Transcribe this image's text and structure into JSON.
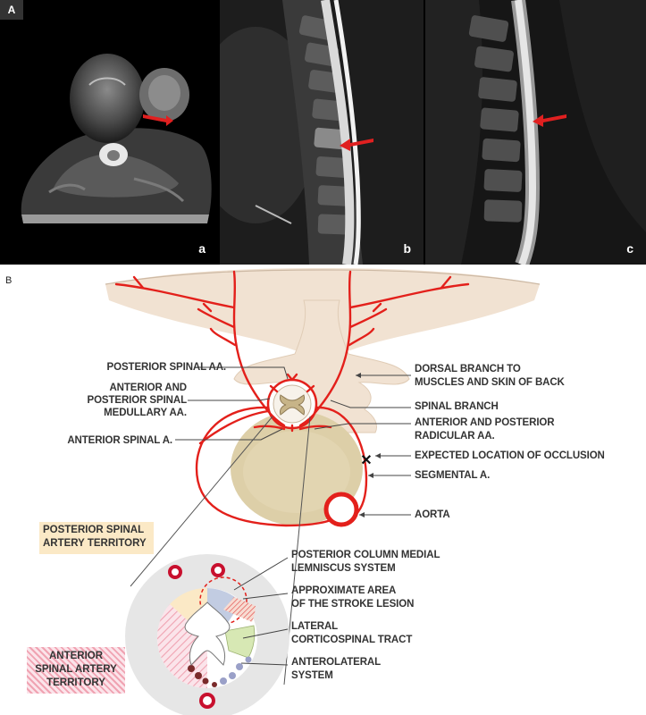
{
  "panel_a": {
    "tag": "A",
    "images": [
      {
        "label": "a",
        "view": "axial T2 MRI"
      },
      {
        "label": "b",
        "view": "sagittal T2 MRI"
      },
      {
        "label": "c",
        "view": "sagittal T2 MRI"
      }
    ],
    "arrow_color": "#e02020"
  },
  "panel_b": {
    "tag": "B",
    "labels": {
      "posterior_spinal_aa": "POSTERIOR SPINAL AA.",
      "ant_post_spinal_medullary_1": "ANTERIOR AND",
      "ant_post_spinal_medullary_2": "POSTERIOR SPINAL",
      "ant_post_spinal_medullary_3": "MEDULLARY AA.",
      "anterior_spinal_a": "ANTERIOR SPINAL A.",
      "dorsal_branch_1": "DORSAL BRANCH TO",
      "dorsal_branch_2": "MUSCLES AND SKIN OF BACK",
      "spinal_branch": "SPINAL BRANCH",
      "radicular_1": "ANTERIOR AND POSTERIOR",
      "radicular_2": "RADICULAR AA.",
      "occlusion": "EXPECTED LOCATION OF OCCLUSION",
      "segmental": "SEGMENTAL A.",
      "aorta": "AORTA",
      "post_spinal_territory_1": "POSTERIOR SPINAL",
      "post_spinal_territory_2": "ARTERY TERRITORY",
      "ant_spinal_territory_1": "ANTERIOR",
      "ant_spinal_territory_2": "SPINAL ARTERY",
      "ant_spinal_territory_3": "TERRITORY",
      "post_column_1": "POSTERIOR COLUMN MEDIAL",
      "post_column_2": "LEMNISCUS SYSTEM",
      "stroke_area_1": "APPROXIMATE AREA",
      "stroke_area_2": "OF THE STROKE LESION",
      "corticospinal_1": "LATERAL",
      "corticospinal_2": "CORTICOSPINAL TRACT",
      "anterolateral_1": "ANTEROLATERAL",
      "anterolateral_2": "SYSTEM",
      "occlusion_mark": "✕"
    },
    "colors": {
      "artery": "#e3201b",
      "bone": "#f1e2d2",
      "vertebral_body": "#ddcfa8",
      "post_territory_bg": "#fbe9c6",
      "ant_territory_hatch": "#f0a3b2",
      "post_column_fill": "#c2cce2",
      "corticospinal_fill": "#d7e8b4"
    }
  }
}
